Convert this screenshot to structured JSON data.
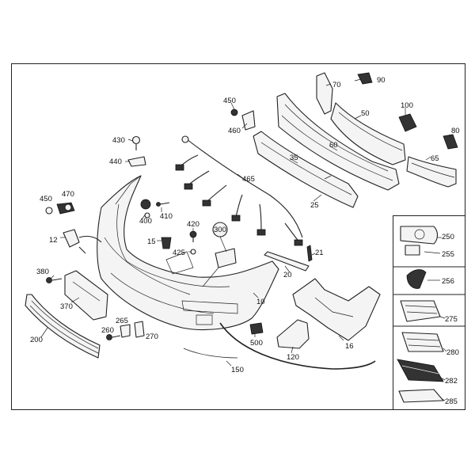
{
  "diagram": {
    "callouts": {
      "c10": "10",
      "c12": "12",
      "c15": "15",
      "c16": "16",
      "c20": "20",
      "c21": "21",
      "c25": "25",
      "c35": "35",
      "c50": "50",
      "c60": "60",
      "c65": "65",
      "c70": "70",
      "c80": "80",
      "c90": "90",
      "c100": "100",
      "c120": "120",
      "c150": "150",
      "c200": "200",
      "c250": "250",
      "c255": "255",
      "c256": "256",
      "c260": "260",
      "c265": "265",
      "c270": "270",
      "c275": "275",
      "c280": "280",
      "c282": "282",
      "c285": "285",
      "c300": "300",
      "c370": "370",
      "c380": "380",
      "c400": "400",
      "c410": "410",
      "c420": "420",
      "c425": "425",
      "c430": "430",
      "c440": "440",
      "c450a": "450",
      "c450b": "450",
      "c460": "460",
      "c465": "465",
      "c470": "470",
      "c500": "500"
    }
  }
}
